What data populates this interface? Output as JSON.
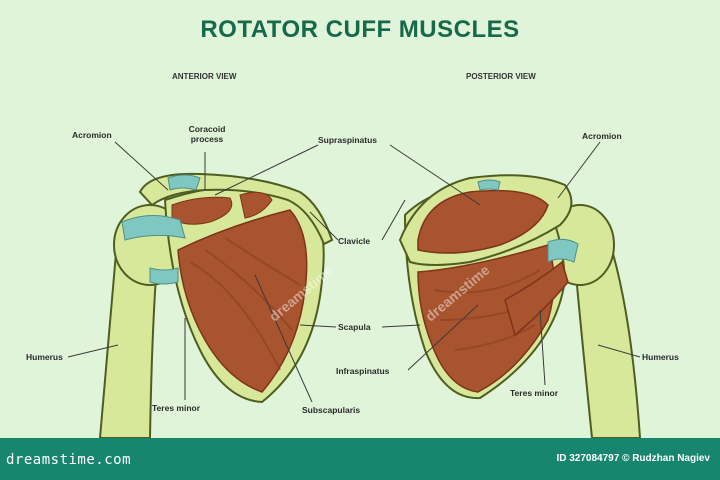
{
  "title": "ROTATOR CUFF MUSCLES",
  "views": {
    "anterior": "ANTERIOR VIEW",
    "posterior": "POSTERIOR VIEW"
  },
  "labels": {
    "acromion_left": "Acromion",
    "coracoid_line1": "Coracoid",
    "coracoid_line2": "process",
    "supraspinatus": "Supraspinatus",
    "acromion_right": "Acromion",
    "clavicle": "Clavicle",
    "scapula": "Scapula",
    "humerus_left": "Humerus",
    "humerus_right": "Humerus",
    "infraspinatus": "Infraspinatus",
    "teres_minor_left": "Teres minor",
    "teres_minor_right": "Teres minor",
    "subscapularis": "Subscapularis"
  },
  "watermark": "dreamstime",
  "footer": {
    "brand": "dreamstime.com",
    "credit": "ID 327084797 © Rudzhan Nagiev"
  },
  "colors": {
    "background": "#dff4d9",
    "title": "#16694b",
    "bone": "#d7e89a",
    "bone_outline": "#4f5d20",
    "muscle": "#a8542f",
    "muscle_dark": "#7d3419",
    "cartilage": "#7fc7c0",
    "footer": "#18866f"
  }
}
